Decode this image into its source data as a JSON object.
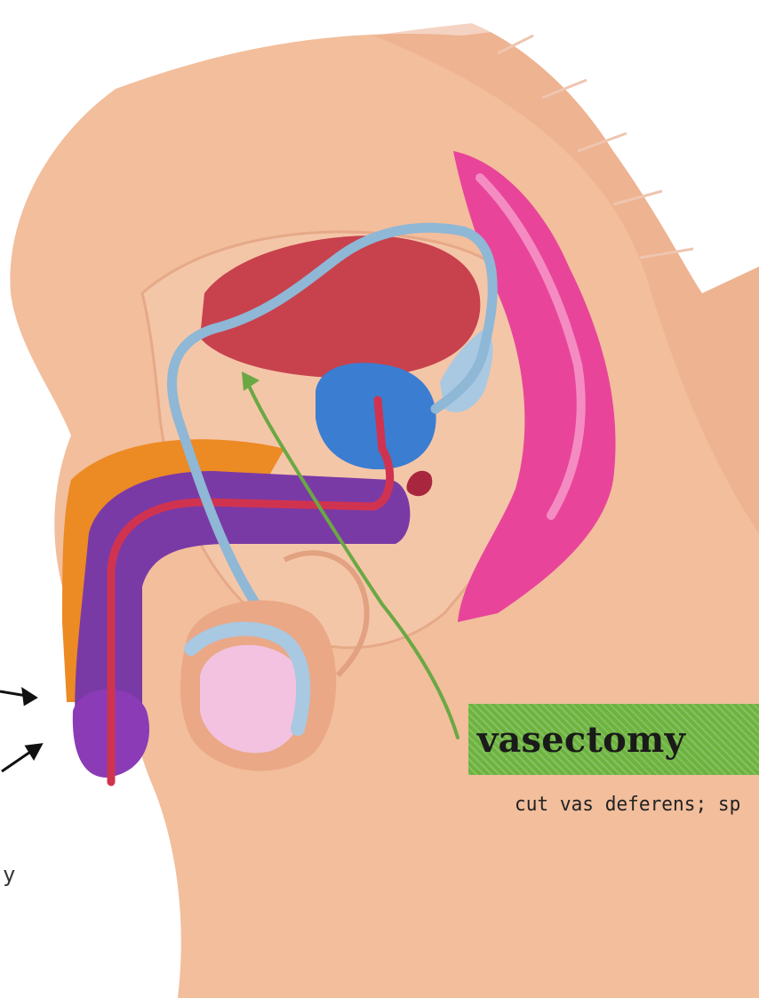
{
  "callout": {
    "label": "vasectomy"
  },
  "caption": {
    "text": "cut vas deferens; sp"
  },
  "stray_text": {
    "text": "y"
  },
  "colors": {
    "skin": "#f2be9c",
    "skin_shadow": "#eaa886",
    "bone": "#ffffff",
    "bladder": "#c7424d",
    "prostate": "#3b7dd1",
    "vas_deferens": "#8fb7d6",
    "penis": "#7a3aa6",
    "urethra": "#d0334f",
    "rectum": "#e8459a",
    "testis": "#f2c2e0",
    "orange_tissue": "#ec8a24",
    "callout": "#6db33f",
    "arrow": "#6aa844"
  },
  "icons": [
    "green-pointer-arrow",
    "black-left-arrow-upper",
    "black-left-arrow-lower"
  ]
}
